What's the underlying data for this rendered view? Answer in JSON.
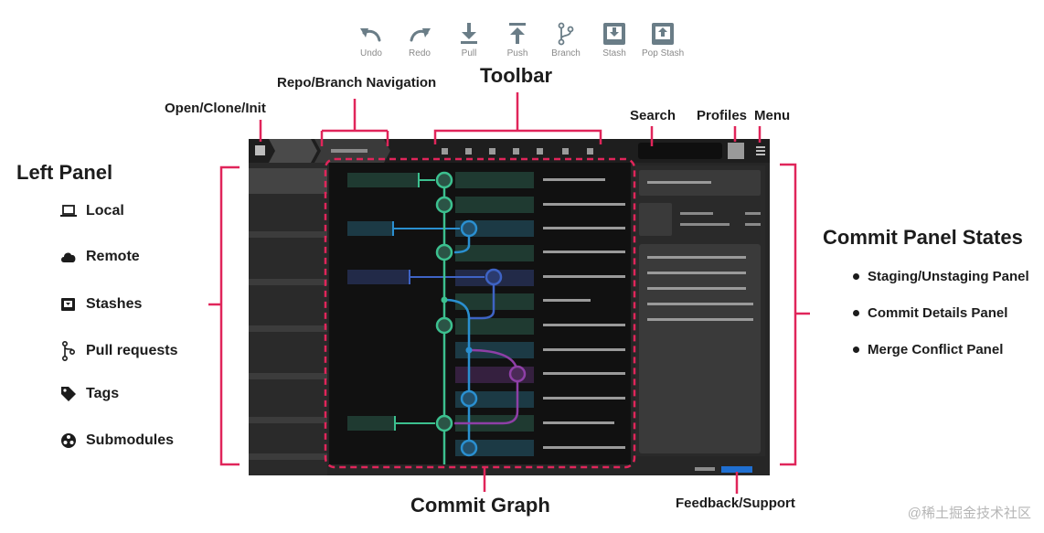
{
  "toolbar_buttons": [
    {
      "label": "Undo",
      "icon": "undo-icon"
    },
    {
      "label": "Redo",
      "icon": "redo-icon"
    },
    {
      "label": "Pull",
      "icon": "pull-icon"
    },
    {
      "label": "Push",
      "icon": "push-icon"
    },
    {
      "label": "Branch",
      "icon": "branch-icon"
    },
    {
      "label": "Stash",
      "icon": "stash-icon"
    },
    {
      "label": "Pop Stash",
      "icon": "pop-stash-icon"
    }
  ],
  "callouts": {
    "toolbar": "Toolbar",
    "repo_nav": "Repo/Branch Navigation",
    "open_clone": "Open/Clone/Init",
    "search": "Search",
    "profiles": "Profiles",
    "menu": "Menu",
    "left_panel": "Left Panel",
    "commit_panel_states": "Commit Panel States",
    "commit_graph": "Commit Graph",
    "feedback": "Feedback/Support"
  },
  "left_panel_items": [
    {
      "label": "Local",
      "icon": "laptop-icon"
    },
    {
      "label": "Remote",
      "icon": "cloud-icon"
    },
    {
      "label": "Stashes",
      "icon": "stash-icon"
    },
    {
      "label": "Pull requests",
      "icon": "pull-request-icon"
    },
    {
      "label": "Tags",
      "icon": "tag-icon"
    },
    {
      "label": "Submodules",
      "icon": "submodule-icon"
    }
  ],
  "commit_panel_states": [
    "Staging/Unstaging Panel",
    "Commit Details Panel",
    "Merge Conflict Panel"
  ],
  "colors": {
    "accent_callout": "#e0255a",
    "app_background": "#262626",
    "graph_background": "#111111",
    "branch_green": "#3cc08f",
    "branch_cyan": "#2a8fd0",
    "branch_blue": "#3e63c4",
    "branch_purple": "#8e3fa6",
    "toolbar_icon": "#6a7d87",
    "feedback_button": "#1f6fd1"
  },
  "watermark": "@稀土掘金技术社区"
}
